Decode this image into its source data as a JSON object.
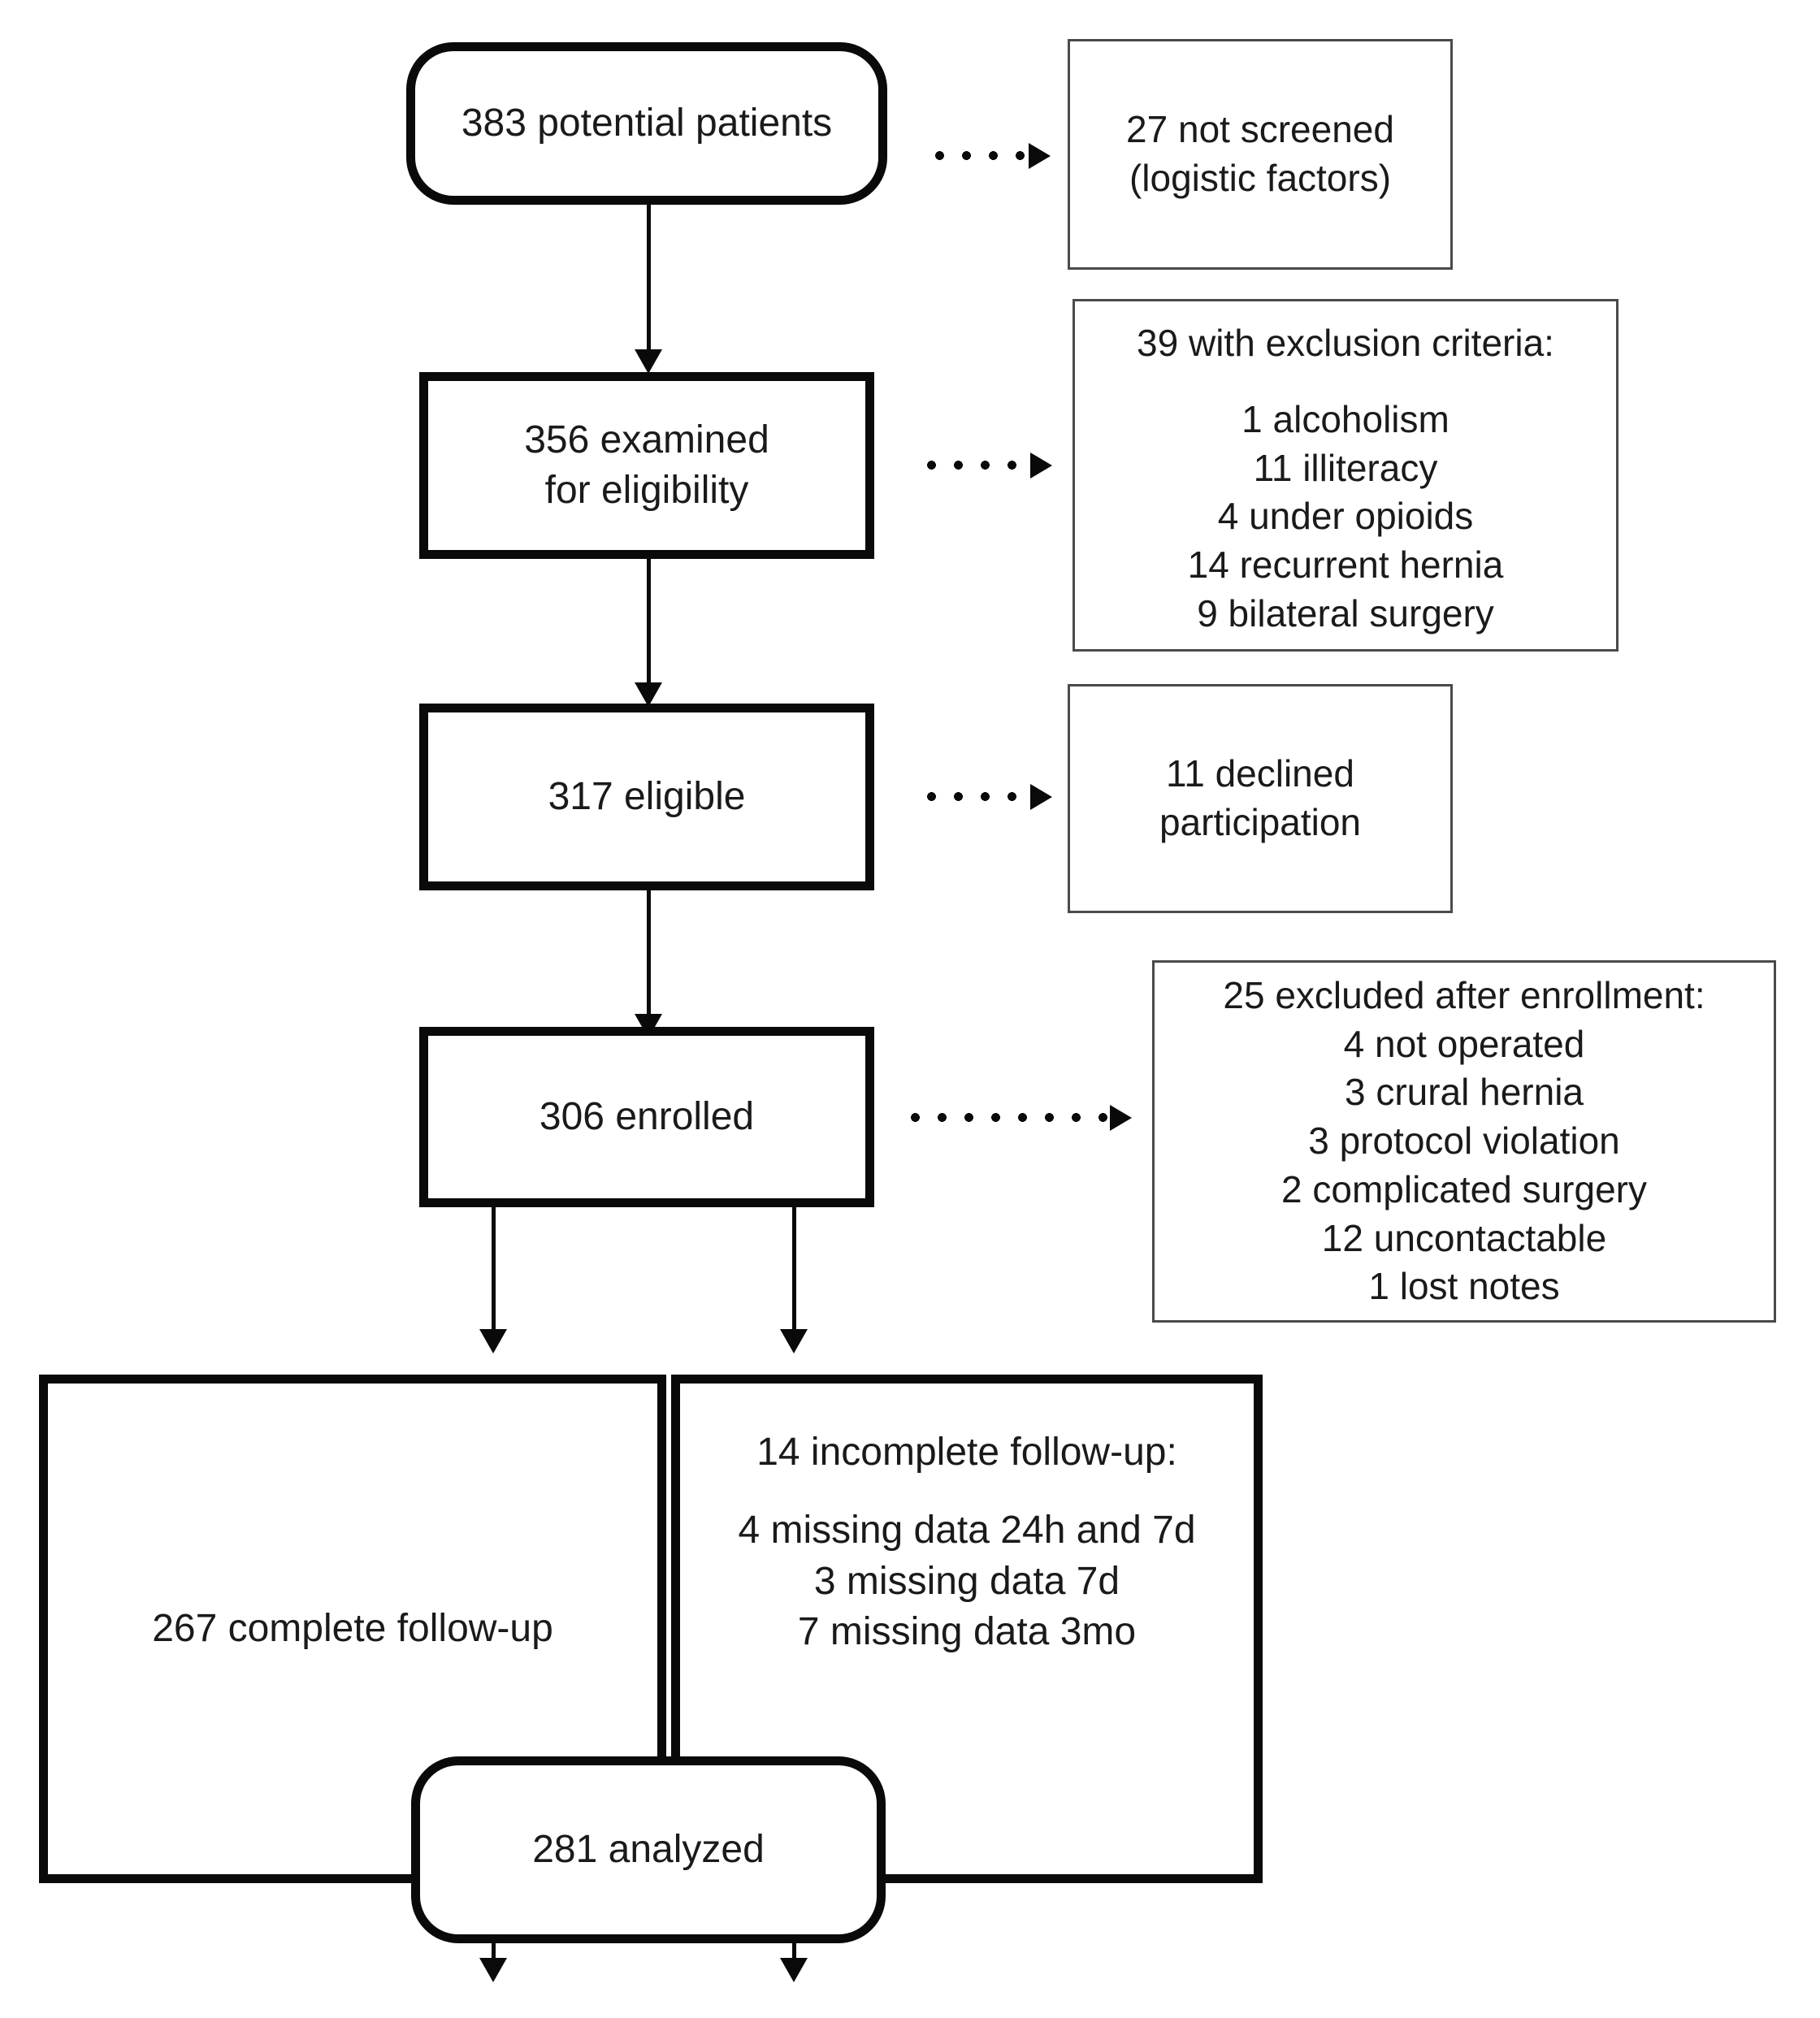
{
  "diagram": {
    "type": "consort-participant-flow",
    "nodes": {
      "potential_patients": {
        "label": "383 potential patients",
        "count": 383,
        "shape": "rounded"
      },
      "not_screened": {
        "line1": "27 not screened",
        "line2": "(logistic factors)",
        "count": 27
      },
      "examined": {
        "line1": "356 examined",
        "line2": "for eligibility",
        "count": 356
      },
      "exclusion_criteria": {
        "heading": "39 with exclusion criteria:",
        "count": 39,
        "items": [
          "1 alcoholism",
          "11 illiteracy",
          "4 under opioids",
          "14 recurrent hernia",
          "9 bilateral surgery"
        ]
      },
      "eligible": {
        "label": "317 eligible",
        "count": 317
      },
      "declined": {
        "line1": "11 declined",
        "line2": "participation",
        "count": 11
      },
      "enrolled": {
        "label": "306 enrolled",
        "count": 306
      },
      "excluded_after_enrollment": {
        "heading": "25 excluded after enrollment:",
        "count": 25,
        "items": [
          "4 not operated",
          "3 crural hernia",
          "3 protocol violation",
          "2 complicated surgery",
          "12 uncontactable",
          "1 lost notes"
        ]
      },
      "complete_followup": {
        "label": "267 complete follow-up",
        "count": 267
      },
      "incomplete_followup": {
        "heading": "14 incomplete follow-up:",
        "count": 14,
        "items": [
          "4 missing data 24h and 7d",
          "3 missing data 7d",
          "7 missing data 3mo"
        ]
      },
      "analyzed": {
        "label": "281 analyzed",
        "count": 281,
        "shape": "rounded"
      }
    },
    "colors": {
      "stroke": "#0a0a0a",
      "side_stroke": "#4a4a4a",
      "text": "#1a1a1a",
      "background": "#ffffff"
    }
  }
}
